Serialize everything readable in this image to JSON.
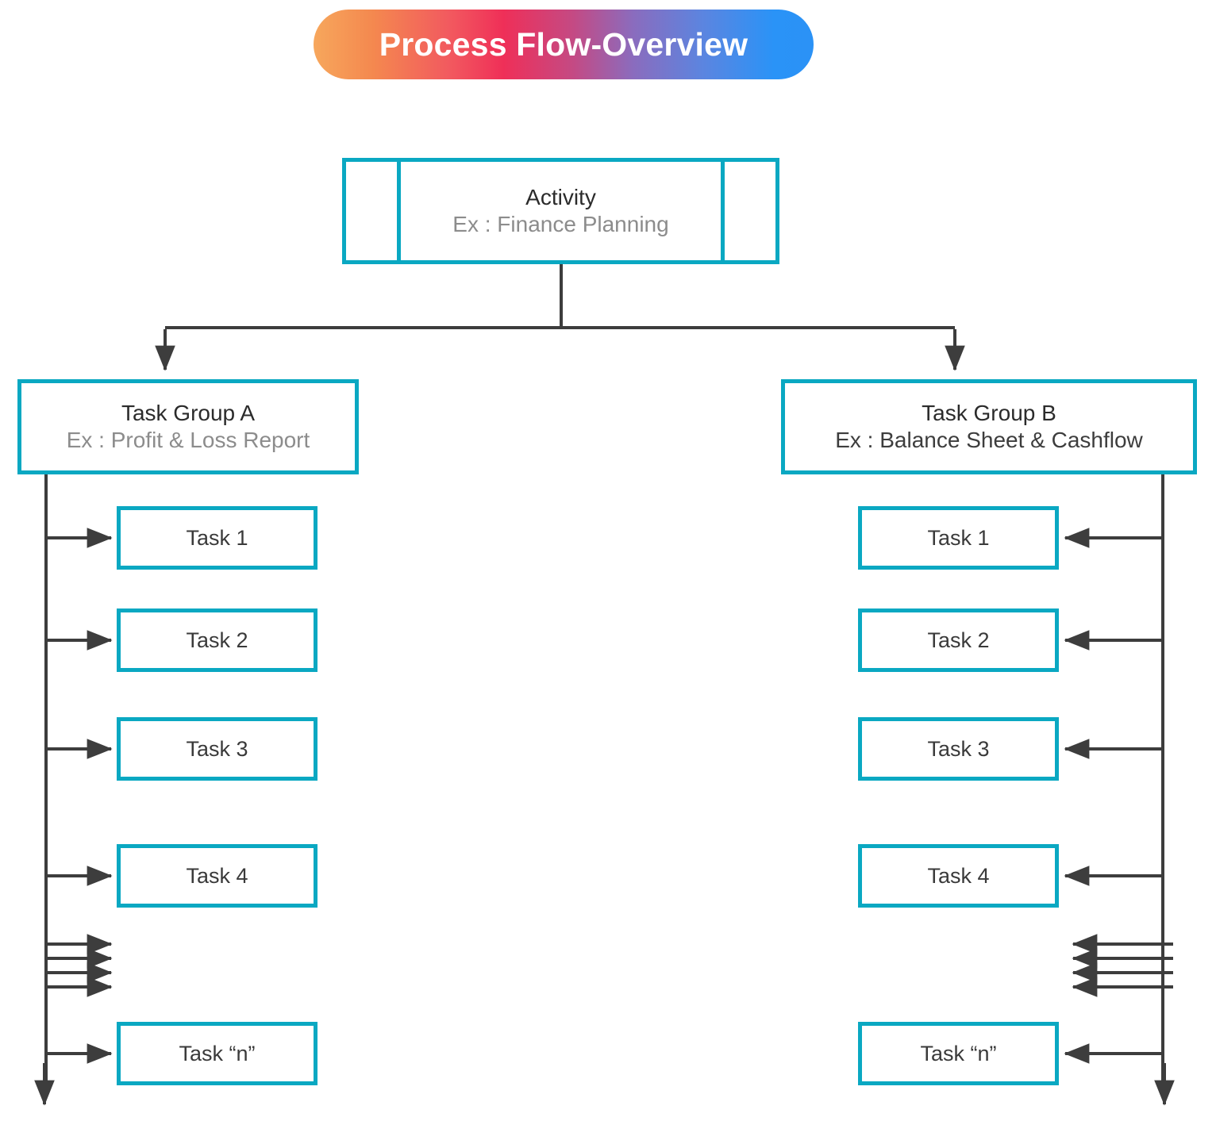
{
  "title": {
    "text": "Process Flow-Overview",
    "gradient_from": "#f7a75c",
    "gradient_mid_pink": "#ef2f58",
    "gradient_mid_purple": "#8a6cbe",
    "gradient_to": "#2b92f6",
    "text_color": "#ffffff"
  },
  "theme": {
    "box_border": "#0aa8c2",
    "connector": "#3d3d3d",
    "heading_text": "#2b2b2b",
    "sub_text": "#8c8c8c",
    "background": "#ffffff"
  },
  "activity": {
    "name": "Activity",
    "example": "Ex : Finance Planning"
  },
  "groups": [
    {
      "id": "group-a",
      "name": "Task Group A",
      "example": "Ex : Profit & Loss Report",
      "side": "left",
      "tasks": [
        {
          "label": "Task 1"
        },
        {
          "label": "Task 2"
        },
        {
          "label": "Task 3"
        },
        {
          "label": "Task 4"
        },
        {
          "label": "Task “n”"
        }
      ],
      "continuation_arrows": 4
    },
    {
      "id": "group-b",
      "name": "Task Group B",
      "example": "Ex : Balance Sheet & Cashflow",
      "side": "right",
      "tasks": [
        {
          "label": "Task 1"
        },
        {
          "label": "Task 2"
        },
        {
          "label": "Task 3"
        },
        {
          "label": "Task 4"
        },
        {
          "label": "Task “n”"
        }
      ],
      "continuation_arrows": 4
    }
  ]
}
